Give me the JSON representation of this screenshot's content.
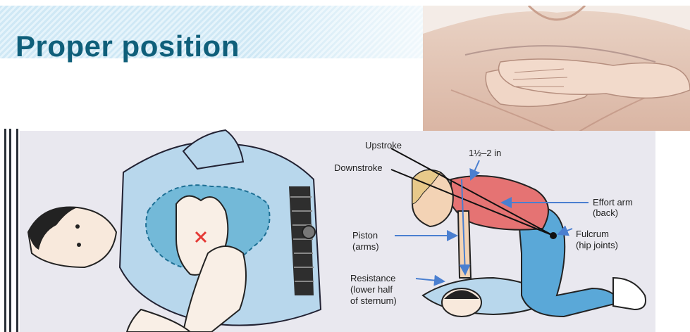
{
  "header": {
    "title": "Proper position"
  },
  "diagram": {
    "labels": {
      "upstroke": "Upstroke",
      "distance": "1½–2 in",
      "downstroke": "Downstroke",
      "effort_arm_1": "Effort arm",
      "effort_arm_2": "(back)",
      "piston_1": "Piston",
      "piston_2": "(arms)",
      "fulcrum_1": "Fulcrum",
      "fulcrum_2": "(hip joints)",
      "resistance_1": "Resistance",
      "resistance_2": "(lower half",
      "resistance_3": "of sternum)"
    },
    "colors": {
      "arrow": "#4a7fd0",
      "shirt": "#e57373",
      "pants": "#5aa8d8",
      "skin": "#f3d3b5",
      "lung": "#3aa0c8",
      "mark": "#e53935"
    }
  }
}
